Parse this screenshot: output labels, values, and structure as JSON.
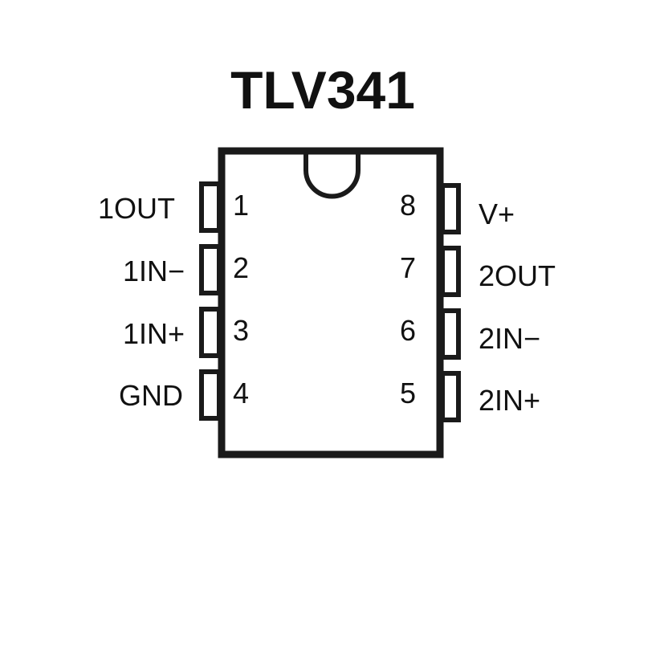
{
  "title": "TLV341",
  "pins": [
    {
      "number": "1",
      "label": "1OUT"
    },
    {
      "number": "2",
      "label": "1IN−"
    },
    {
      "number": "3",
      "label": "1IN+"
    },
    {
      "number": "4",
      "label": "GND"
    },
    {
      "number": "5",
      "label": "2IN+"
    },
    {
      "number": "6",
      "label": "2IN−"
    },
    {
      "number": "7",
      "label": "2OUT"
    },
    {
      "number": "8",
      "label": "V+"
    }
  ],
  "colors": {
    "stroke": "#1a1a1a",
    "background": "#ffffff"
  }
}
